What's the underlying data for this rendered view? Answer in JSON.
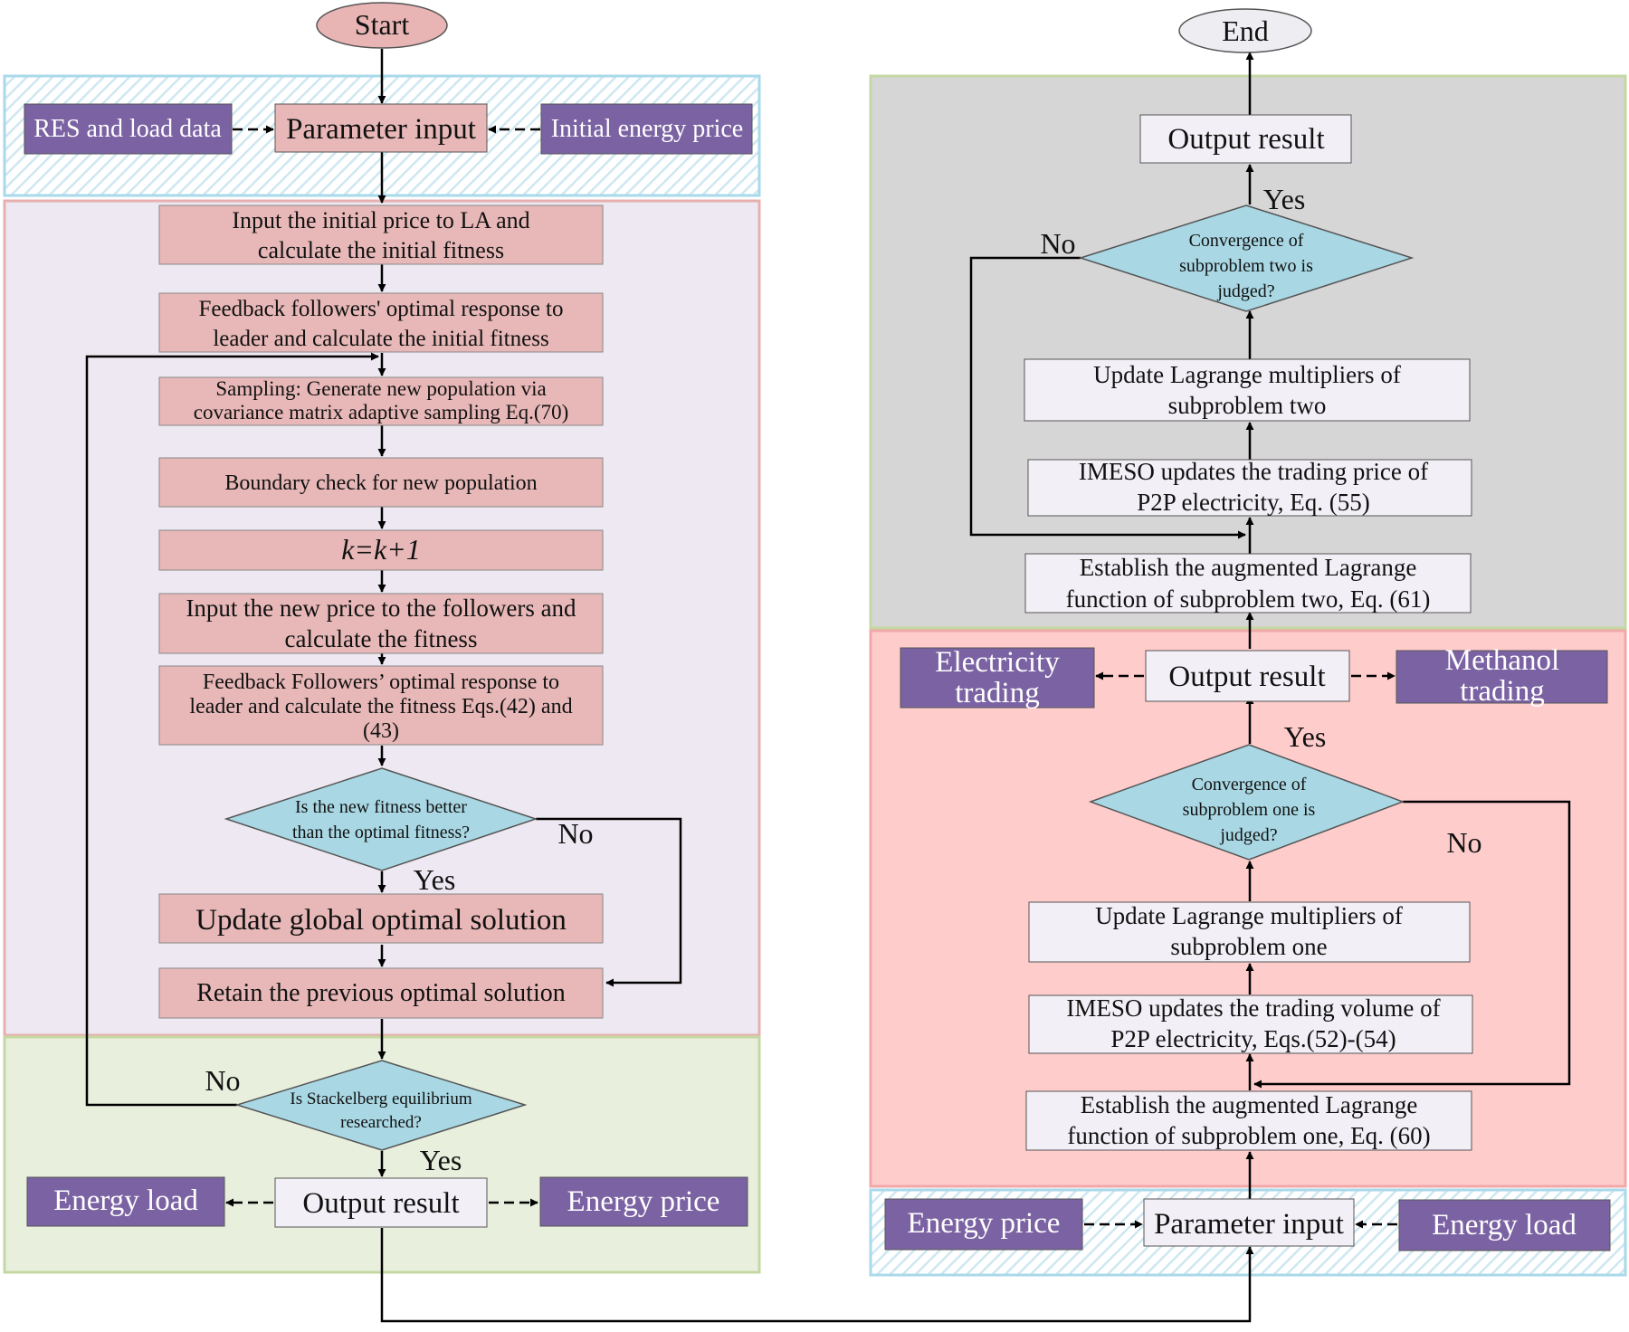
{
  "colors": {
    "pink_box": "#e8b8b8",
    "purple_box": "#7b63a3",
    "light_box": "#f2f0f6",
    "diamond": "#a9d8e4",
    "start_oval": "#e9b4b4",
    "end_oval": "#eeeef2",
    "region_blue_border": "#a9d9ea",
    "region_pink_fill": "#ede8f1",
    "region_pink_border": "#e7b0b0",
    "region_green_fill": "#e8efdd",
    "region_green_border": "#c5d8a3",
    "region_gray_fill": "#d6d6d6",
    "region_red_fill": "#ffcccc",
    "region_red_border": "#f0a8a8"
  },
  "left": {
    "start": "Start",
    "res_load": "RES and load data",
    "parameter_input": "Parameter input",
    "initial_price": "Initial energy price",
    "init_fitness": [
      "Input the initial price to LA and",
      "calculate the initial fitness"
    ],
    "feedback_initial": [
      "Feedback followers' optimal response to",
      "leader and calculate the initial fitness"
    ],
    "sampling": [
      "Sampling: Generate new population via",
      "covariance matrix adaptive sampling Eq.(70)"
    ],
    "boundary": "Boundary check for new population",
    "counter": "k=k+1",
    "new_price": [
      "Input the new price to the  followers and",
      "calculate the  fitness"
    ],
    "feedback_fitness": [
      "Feedback Followers’ optimal response to",
      "leader and calculate the fitness Eqs.(42) and",
      "(43)"
    ],
    "decision_fitness": [
      "Is the new fitness better",
      "than the optimal fitness?"
    ],
    "no_1": "No",
    "yes_1": "Yes",
    "update_global": "Update global optimal solution",
    "retain": "Retain the previous optimal solution",
    "decision_stackelberg": [
      "Is Stackelberg equilibrium",
      "researched?"
    ],
    "no_2": "No",
    "yes_2": "Yes",
    "energy_load": "Energy load",
    "output_result": "Output result",
    "energy_price": "Energy price"
  },
  "right": {
    "end": "End",
    "output_result_top": "Output result",
    "yes_top": "Yes",
    "no_top": "No",
    "decision_two": [
      "Convergence of",
      "subproblem two is",
      "judged?"
    ],
    "update_lagrange_two": [
      "Update Lagrange multipliers of",
      "subproblem two"
    ],
    "imeso_price": [
      "IMESO updates the trading price of",
      "P2P electricity, Eq. (55)"
    ],
    "establish_two": [
      "Establish the augmented Lagrange",
      "function of subproblem two, Eq. (61)"
    ],
    "electricity_trading": [
      "Electricity",
      "trading"
    ],
    "output_result_mid": "Output result",
    "methanol_trading": [
      "Methanol",
      "trading"
    ],
    "yes_mid": "Yes",
    "no_mid": "No",
    "decision_one": [
      "Convergence of",
      "subproblem one is",
      "judged?"
    ],
    "update_lagrange_one": [
      "Update Lagrange multipliers of",
      "subproblem one"
    ],
    "imeso_volume": [
      "IMESO updates the trading volume of",
      "P2P electricity, Eqs.(52)-(54)"
    ],
    "establish_one": [
      "Establish the augmented Lagrange",
      "function of subproblem one, Eq. (60)"
    ],
    "energy_price": "Energy price",
    "parameter_input": "Parameter input",
    "energy_load": "Energy load"
  }
}
